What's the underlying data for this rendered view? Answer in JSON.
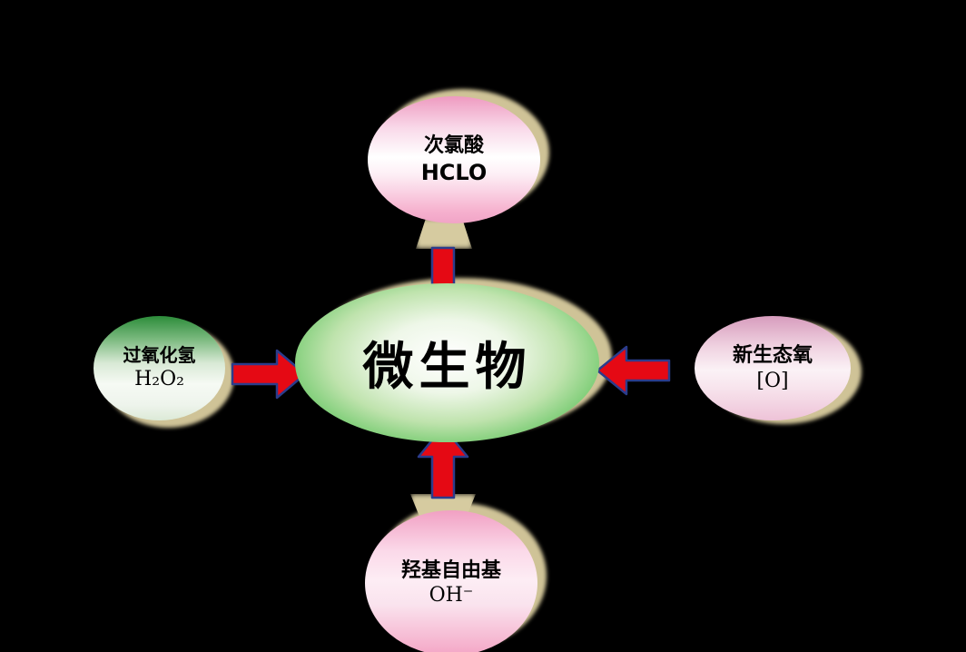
{
  "center": {
    "label": "微生物"
  },
  "nodes": {
    "top": {
      "line1": "次氯酸",
      "line2": "HCLO"
    },
    "left": {
      "line1": "过氧化氢",
      "line2": "H₂O₂"
    },
    "right": {
      "line1": "新生态氧",
      "line2": "[O]"
    },
    "bottom": {
      "line1": "羟基自由基",
      "line2": "OH⁻"
    }
  },
  "colors": {
    "background": "#000000",
    "arrow_fill": "#e50914",
    "arrow_outline": "#2b3c8c",
    "shadow_tan": "#cfc397",
    "center_green": "#2a9c37",
    "node_pink": "#f1a4c6"
  }
}
